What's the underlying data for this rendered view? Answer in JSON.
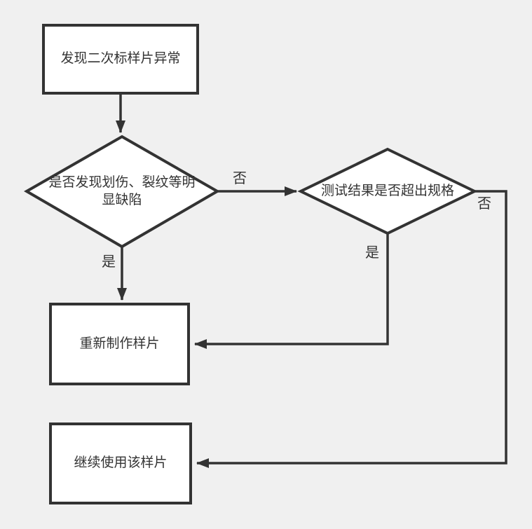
{
  "colors": {
    "background": "#f0f0f0",
    "node_fill": "#ffffff",
    "stroke": "#333333",
    "text": "#333333"
  },
  "flowchart": {
    "nodes": {
      "start": {
        "label": "发现二次标样片异常",
        "type": "process"
      },
      "defect_check": {
        "label": "是否发现划伤、裂纹等明显缺陷",
        "type": "decision"
      },
      "spec_check": {
        "label": "测试结果是否超出规格",
        "type": "decision"
      },
      "remake": {
        "label": "重新制作样片",
        "type": "process"
      },
      "continue_use": {
        "label": "继续使用该样片",
        "type": "process"
      }
    },
    "edge_labels": {
      "yes": "是",
      "no": "否"
    },
    "edges": [
      {
        "from": "start",
        "to": "defect_check",
        "label": ""
      },
      {
        "from": "defect_check",
        "to": "spec_check",
        "label": "否"
      },
      {
        "from": "defect_check",
        "to": "remake",
        "label": "是"
      },
      {
        "from": "spec_check",
        "to": "remake",
        "label": "是"
      },
      {
        "from": "spec_check",
        "to": "continue_use",
        "label": "否"
      }
    ]
  }
}
